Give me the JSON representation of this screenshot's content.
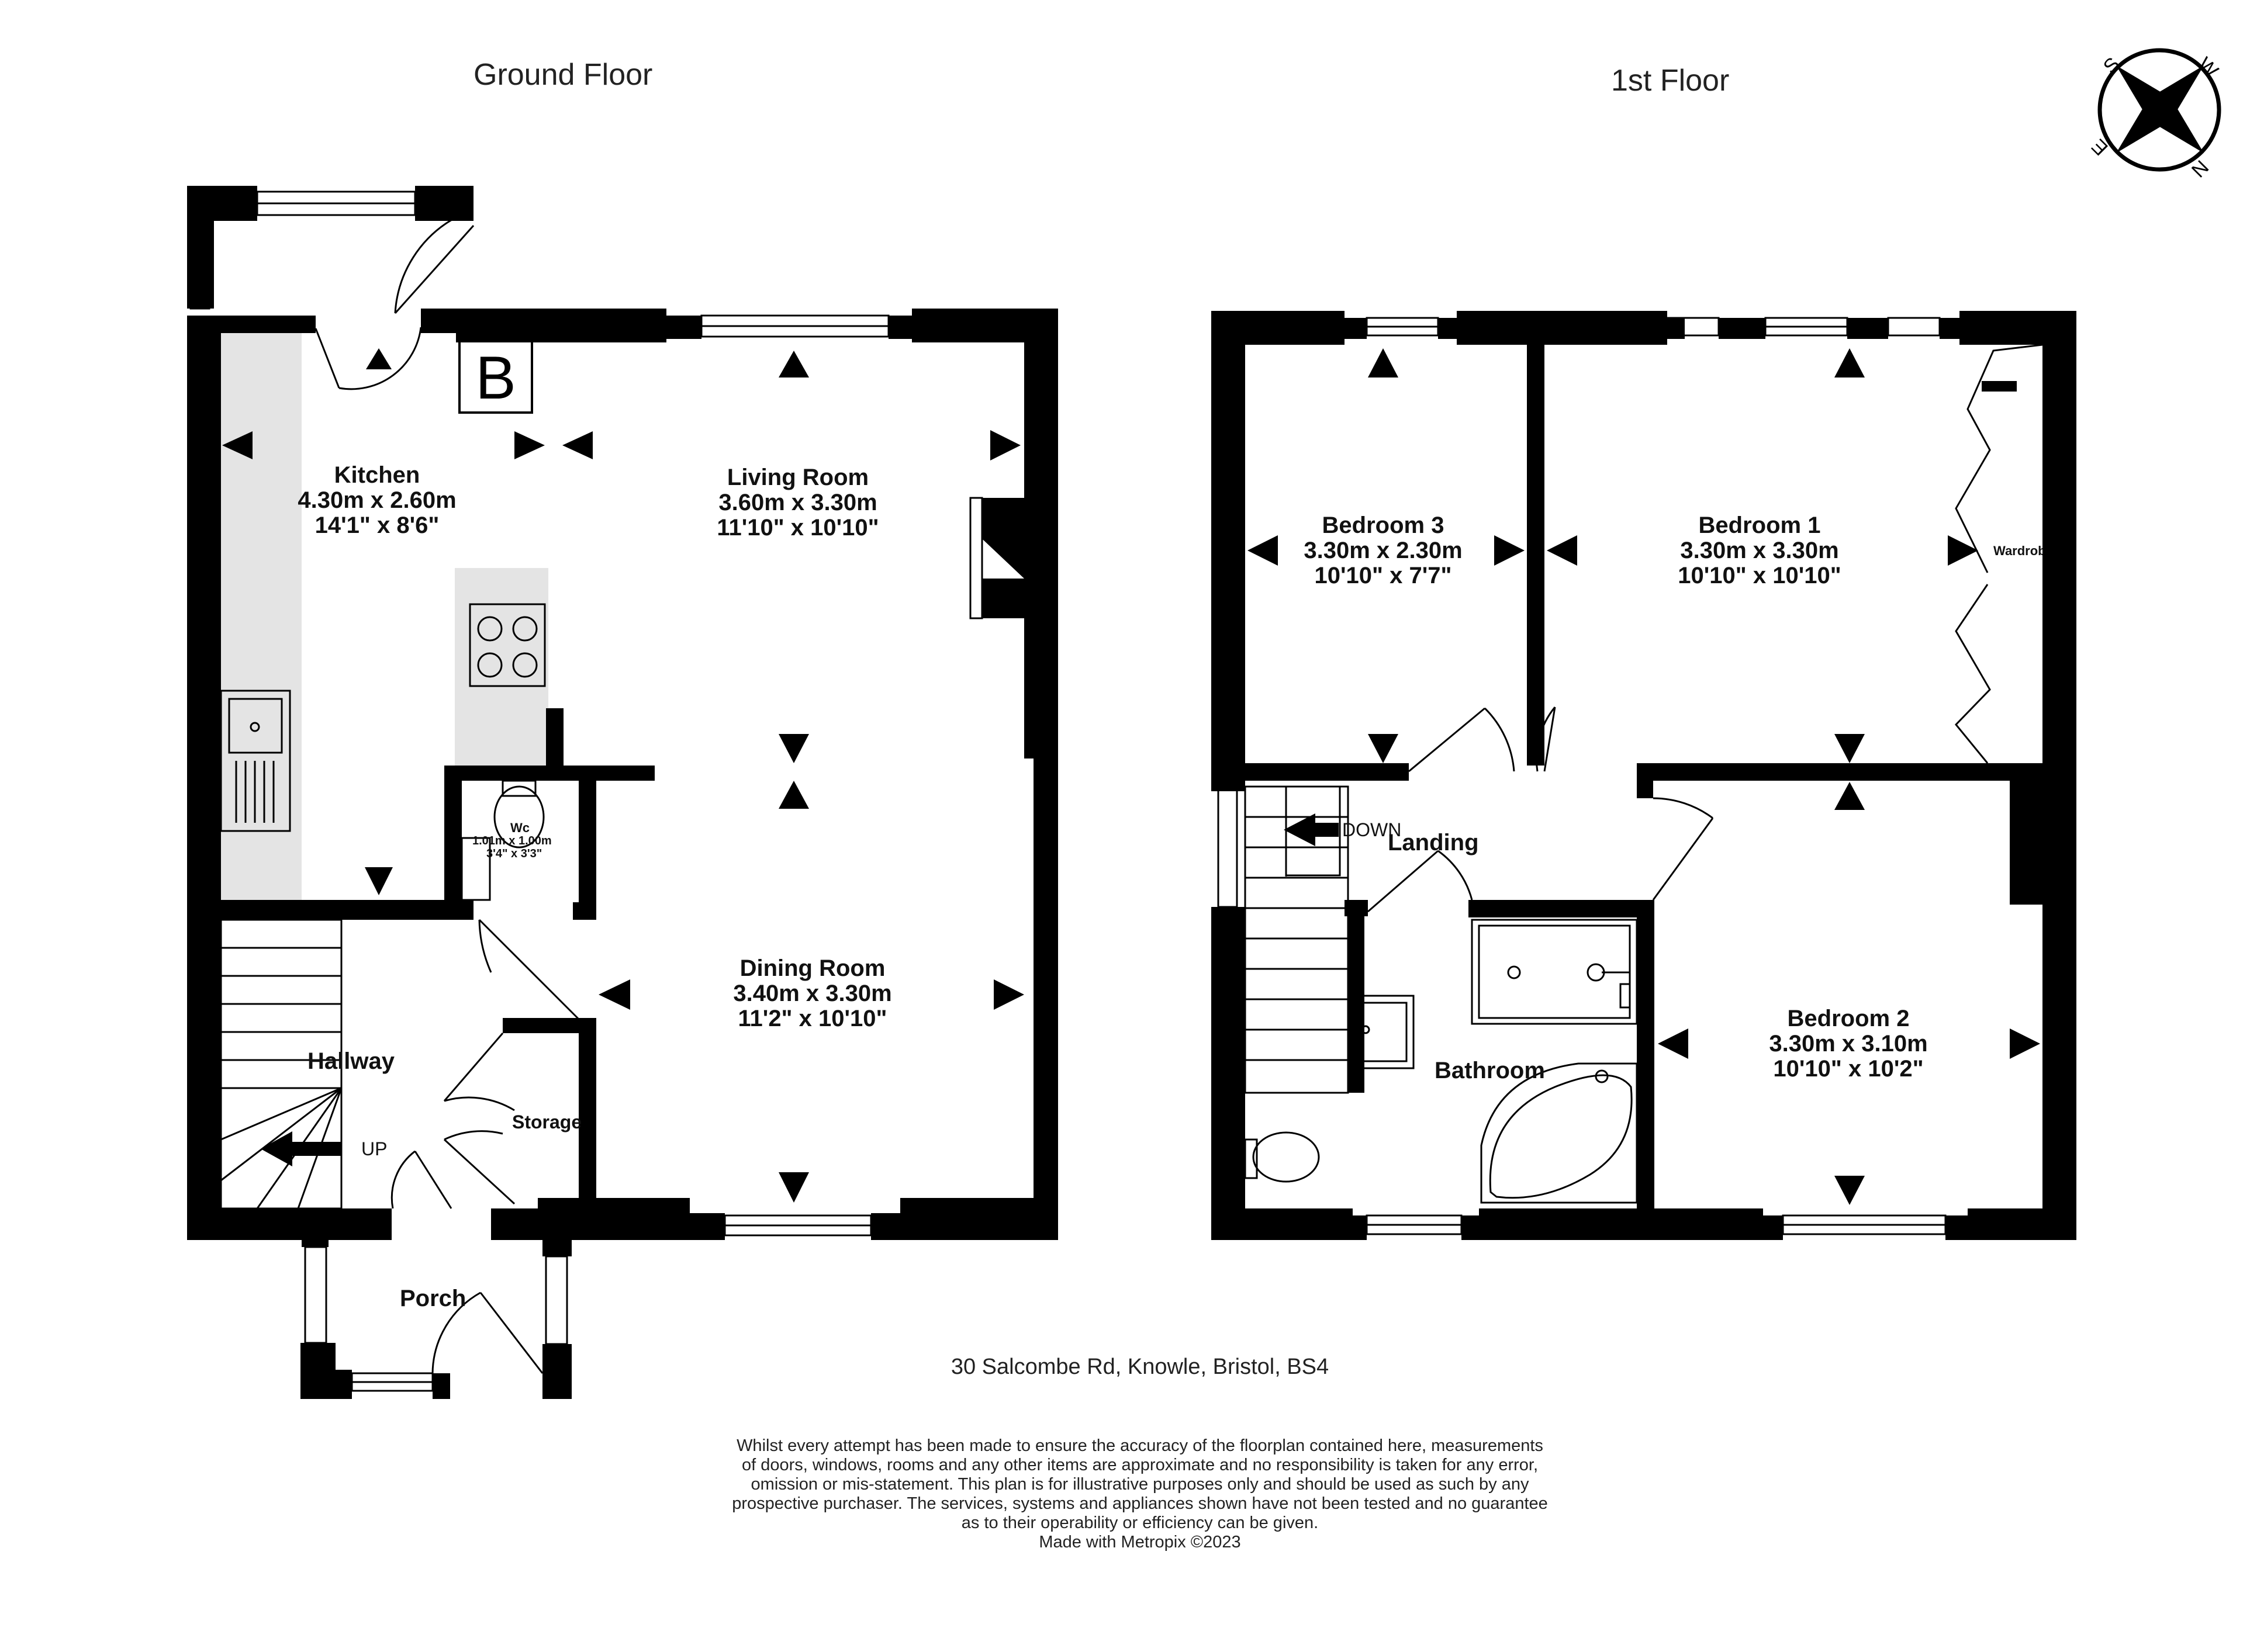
{
  "floors": [
    {
      "title": "Ground Floor"
    },
    {
      "title": "1st Floor"
    }
  ],
  "rooms": [
    {
      "name": "Kitchen",
      "metric": "4.30m  x 2.60m",
      "imperial": "14'1\"  x 8'6\""
    },
    {
      "name": "Living Room",
      "metric": "3.60m  x 3.30m",
      "imperial": "11'10\"  x 10'10\""
    },
    {
      "name": "Dining Room",
      "metric": "3.40m  x 3.30m",
      "imperial": "11'2\"  x 10'10\""
    },
    {
      "name": "Bedroom 3",
      "metric": "3.30m  x 2.30m",
      "imperial": "10'10\"  x 7'7\""
    },
    {
      "name": "Bedroom 1",
      "metric": "3.30m  x 3.30m",
      "imperial": "10'10\"  x 10'10\""
    },
    {
      "name": "Bedroom 2",
      "metric": "3.30m  x 3.10m",
      "imperial": "10'10\"  x 10'2\""
    }
  ],
  "labels": {
    "hallway": "Hallway",
    "porch": "Porch",
    "storage": "Storage",
    "landing": "Landing",
    "bathroom": "Bathroom",
    "wardrobe": "Wardrob",
    "up": "UP",
    "down": "DOWN",
    "wc_name": "Wc",
    "wc_metric": "1.01m  x 1.00m",
    "wc_imperial": "3'4\"  x 3'3\"",
    "boiler": "B"
  },
  "compass": {
    "letters": [
      "S",
      "W",
      "N",
      "E"
    ],
    "icon": "compass-rose-icon"
  },
  "address": "30 Salcombe Rd, Knowle, Bristol, BS4",
  "disclaimer": [
    "Whilst every attempt has been made to ensure the accuracy of the floorplan contained here, measurements",
    "of doors, windows, rooms and any other items are approximate and no responsibility is taken for any error,",
    "omission or mis-statement. This plan is for illustrative purposes only and should be used as such by any",
    "prospective purchaser. The services, systems and appliances shown have not been tested and no guarantee",
    "as to their operability or efficiency can be given.",
    "Made with Metropix ©2023"
  ],
  "colors": {
    "wall": "#000000",
    "worktop": "#e4e4e4",
    "background": "#ffffff"
  }
}
